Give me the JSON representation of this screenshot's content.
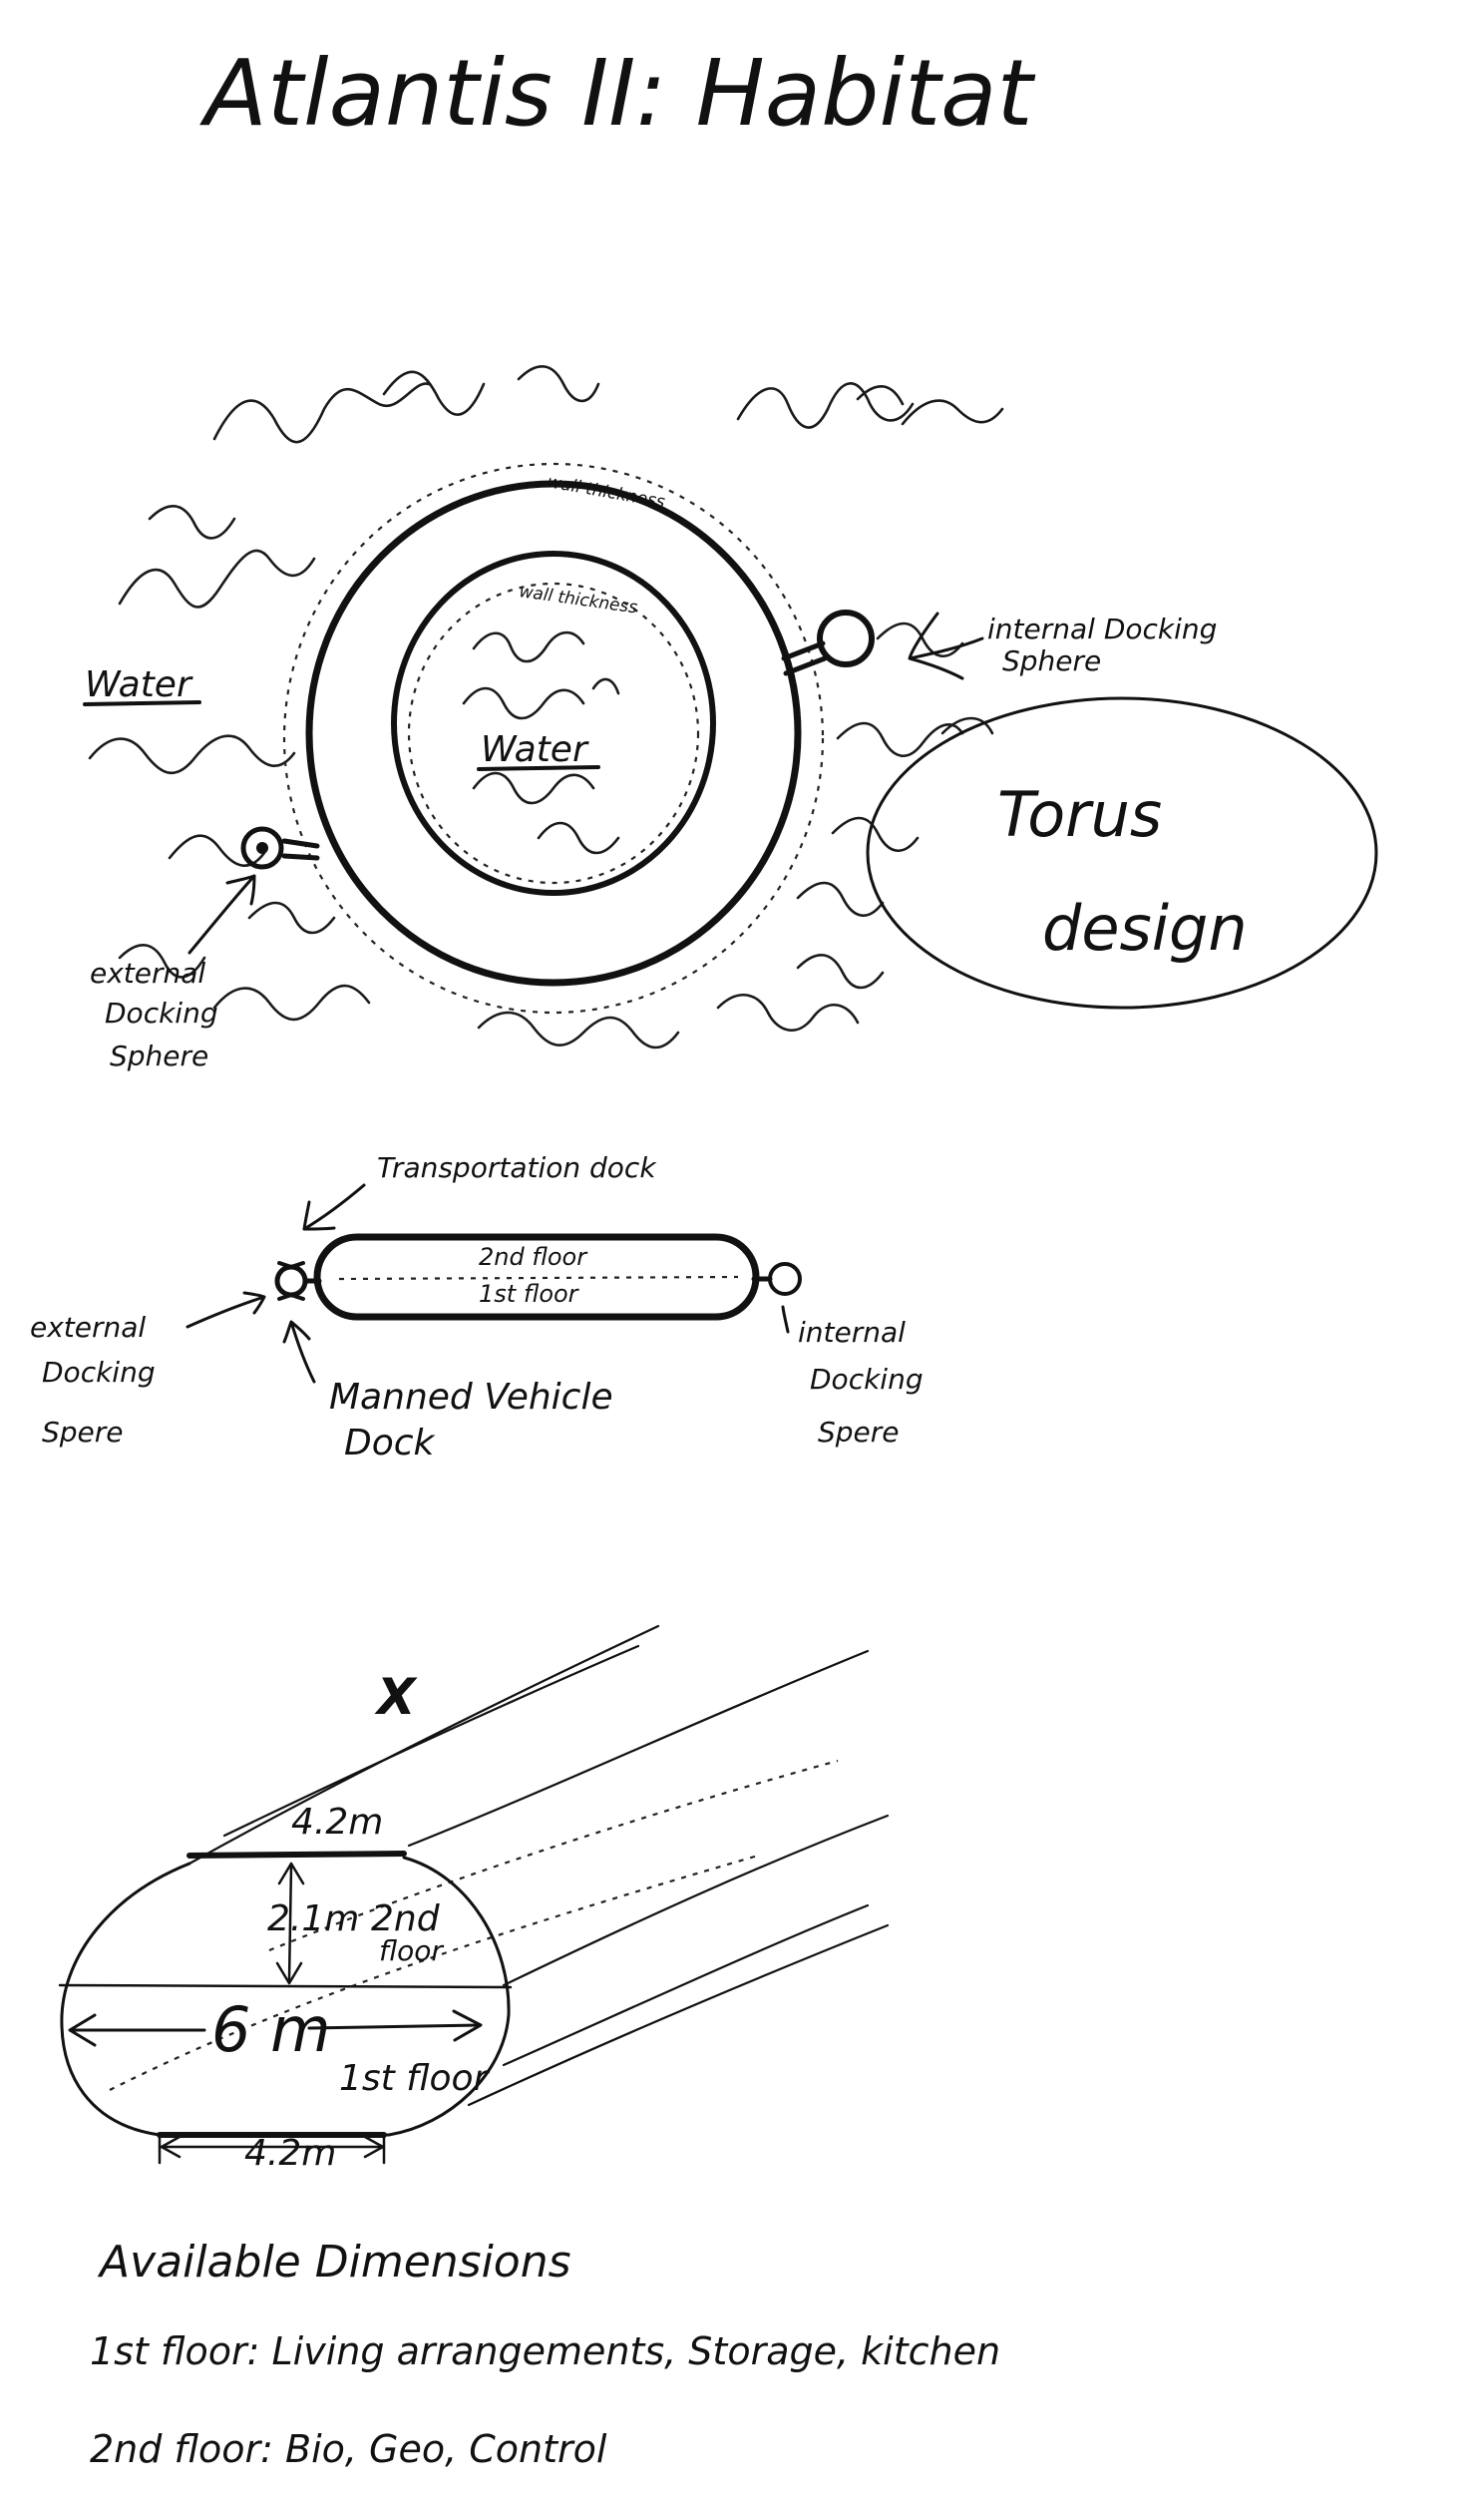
{
  "title": "Atlantis II: Habitat",
  "top_view": {
    "water_outer_label": "Water",
    "water_inner_label": "Water",
    "outer_wall_label": "wall thickness",
    "inner_wall_label": "wall thickness",
    "internal_docking_label_line1": "internal Docking",
    "internal_docking_label_line2": "Sphere",
    "external_docking_label_line1": "external",
    "external_docking_label_line2": "Docking",
    "external_docking_label_line3": "Sphere",
    "design_note_line1": "Torus",
    "design_note_line2": "design"
  },
  "side_view": {
    "transport_dock_label": "Transportation dock",
    "floor2_label": "2nd floor",
    "floor1_label": "1st floor",
    "external_docking_line1": "external",
    "external_docking_line2": "Docking",
    "external_docking_line3": "Spere",
    "manned_vehicle_line1": "Manned Vehicle",
    "manned_vehicle_line2": "Dock",
    "internal_docking_line1": "internal",
    "internal_docking_line2": "Docking",
    "internal_docking_line3": "Spere"
  },
  "section_view": {
    "x_mark": "X",
    "top_width": "4.2m",
    "upper_height": "2.1m",
    "floor2_line1": "2nd",
    "floor2_line2": "floor",
    "full_width": "6 m",
    "floor1": "1st floor",
    "bottom_width": "4.2m"
  },
  "notes": {
    "heading": "Available Dimensions",
    "floor1": "1st floor: Living arrangements, Storage, kitchen",
    "floor2": "2nd floor: Bio, Geo, Control"
  },
  "colors": {
    "ink": "#111111",
    "paper": "#ffffff"
  }
}
